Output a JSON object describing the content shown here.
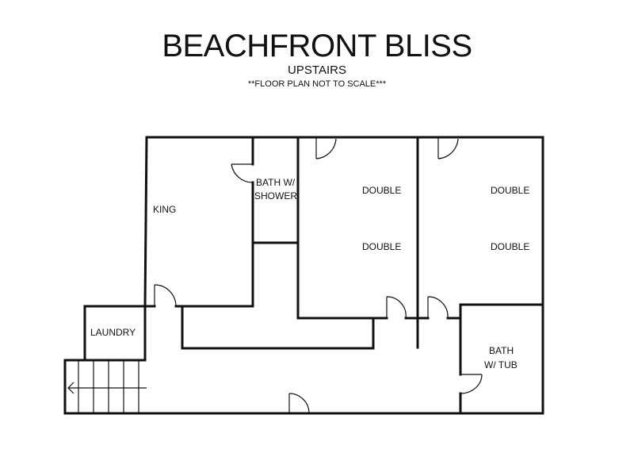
{
  "header": {
    "title": "BEACHFRONT BLISS",
    "floor": "UPSTAIRS",
    "note": "**FLOOR PLAN NOT TO SCALE***"
  },
  "rooms": {
    "king": "KING",
    "bath_shower_line1": "BATH W/",
    "bath_shower_line2": "SHOWER",
    "bed1_top": "DOUBLE",
    "bed1_bottom": "DOUBLE",
    "bed2_top": "DOUBLE",
    "bed2_bottom": "DOUBLE",
    "laundry": "LAUNDRY",
    "bath_tub_line1": "BATH",
    "bath_tub_line2": "W/ TUB"
  },
  "colors": {
    "line": "#111111",
    "background": "#ffffff"
  }
}
